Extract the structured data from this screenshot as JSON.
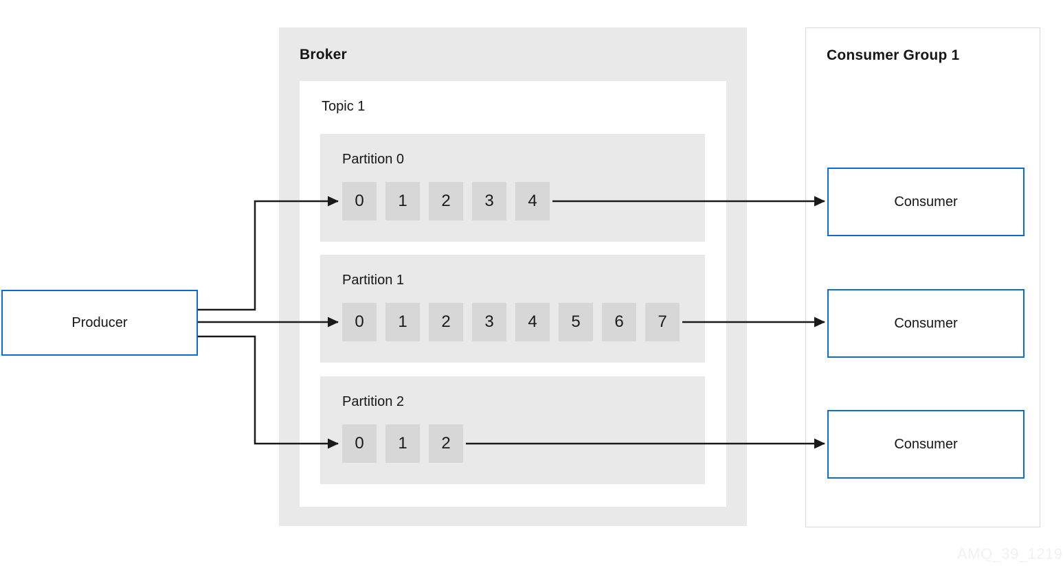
{
  "diagram": {
    "producer": {
      "label": "Producer"
    },
    "broker": {
      "label": "Broker",
      "topic": {
        "label": "Topic 1",
        "partitions": [
          {
            "label": "Partition 0",
            "offsets": [
              "0",
              "1",
              "2",
              "3",
              "4"
            ]
          },
          {
            "label": "Partition 1",
            "offsets": [
              "0",
              "1",
              "2",
              "3",
              "4",
              "5",
              "6",
              "7"
            ]
          },
          {
            "label": "Partition 2",
            "offsets": [
              "0",
              "1",
              "2"
            ]
          }
        ]
      }
    },
    "consumer_group": {
      "label": "Consumer Group 1",
      "consumers": [
        {
          "label": "Consumer"
        },
        {
          "label": "Consumer"
        },
        {
          "label": "Consumer"
        }
      ]
    },
    "watermark": "AMQ_39_1219",
    "colors": {
      "accent_blue_border": "#0b6cd8",
      "container_gray": "#e9e9e9",
      "cell_gray": "#d7d7d7",
      "group_border_gray": "#d9d9d9",
      "arrow_black": "#1a1a1a",
      "text_dark": "#151515",
      "watermark_gray": "#f2f2f2"
    }
  }
}
